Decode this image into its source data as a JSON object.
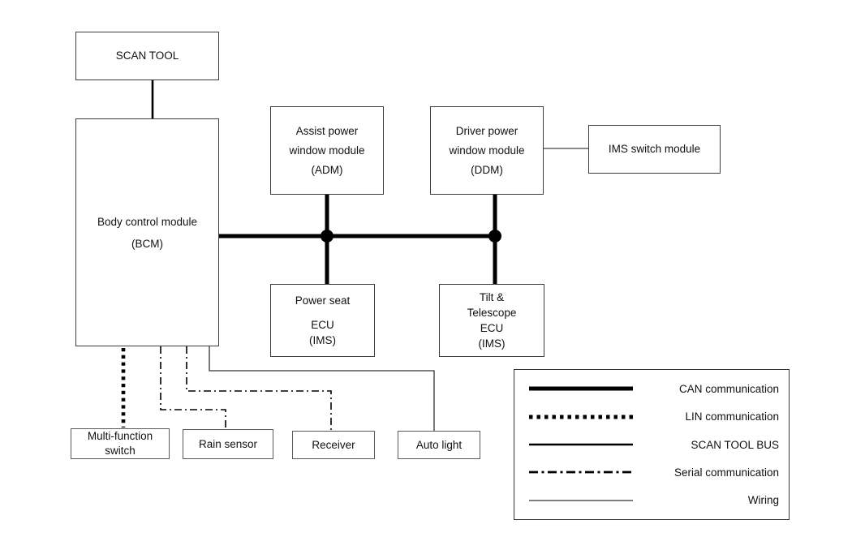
{
  "nodes": {
    "scan_tool": {
      "lines": [
        "SCAN TOOL"
      ]
    },
    "bcm": {
      "lines": [
        "Body control module",
        "(BCM)"
      ]
    },
    "adm": {
      "lines": [
        "Assist power",
        "window module",
        "(ADM)"
      ]
    },
    "ddm": {
      "lines": [
        "Driver power",
        "window module",
        "(DDM)"
      ]
    },
    "ims_switch": {
      "lines": [
        "IMS switch module"
      ]
    },
    "power_seat": {
      "lines": [
        "Power seat",
        "ECU",
        "(IMS)"
      ]
    },
    "tilt_telescope": {
      "lines": [
        "Tilt &",
        "Telescope",
        "ECU",
        "(IMS)"
      ]
    },
    "multi_function": {
      "lines": [
        "Multi-function",
        "switch"
      ]
    },
    "rain_sensor": {
      "lines": [
        "Rain sensor"
      ]
    },
    "receiver": {
      "lines": [
        "Receiver"
      ]
    },
    "auto_light": {
      "lines": [
        "Auto light"
      ]
    }
  },
  "legend": {
    "items": [
      {
        "style": "can",
        "label": "CAN communication"
      },
      {
        "style": "lin",
        "label": "LIN communication"
      },
      {
        "style": "scan_tool_bus",
        "label": "SCAN TOOL BUS"
      },
      {
        "style": "serial",
        "label": "Serial communication"
      },
      {
        "style": "wiring",
        "label": "Wiring"
      }
    ]
  },
  "colors": {
    "line": "#000000",
    "box_border": "#3d3d3d",
    "background": "#ffffff",
    "text": "#111111"
  }
}
